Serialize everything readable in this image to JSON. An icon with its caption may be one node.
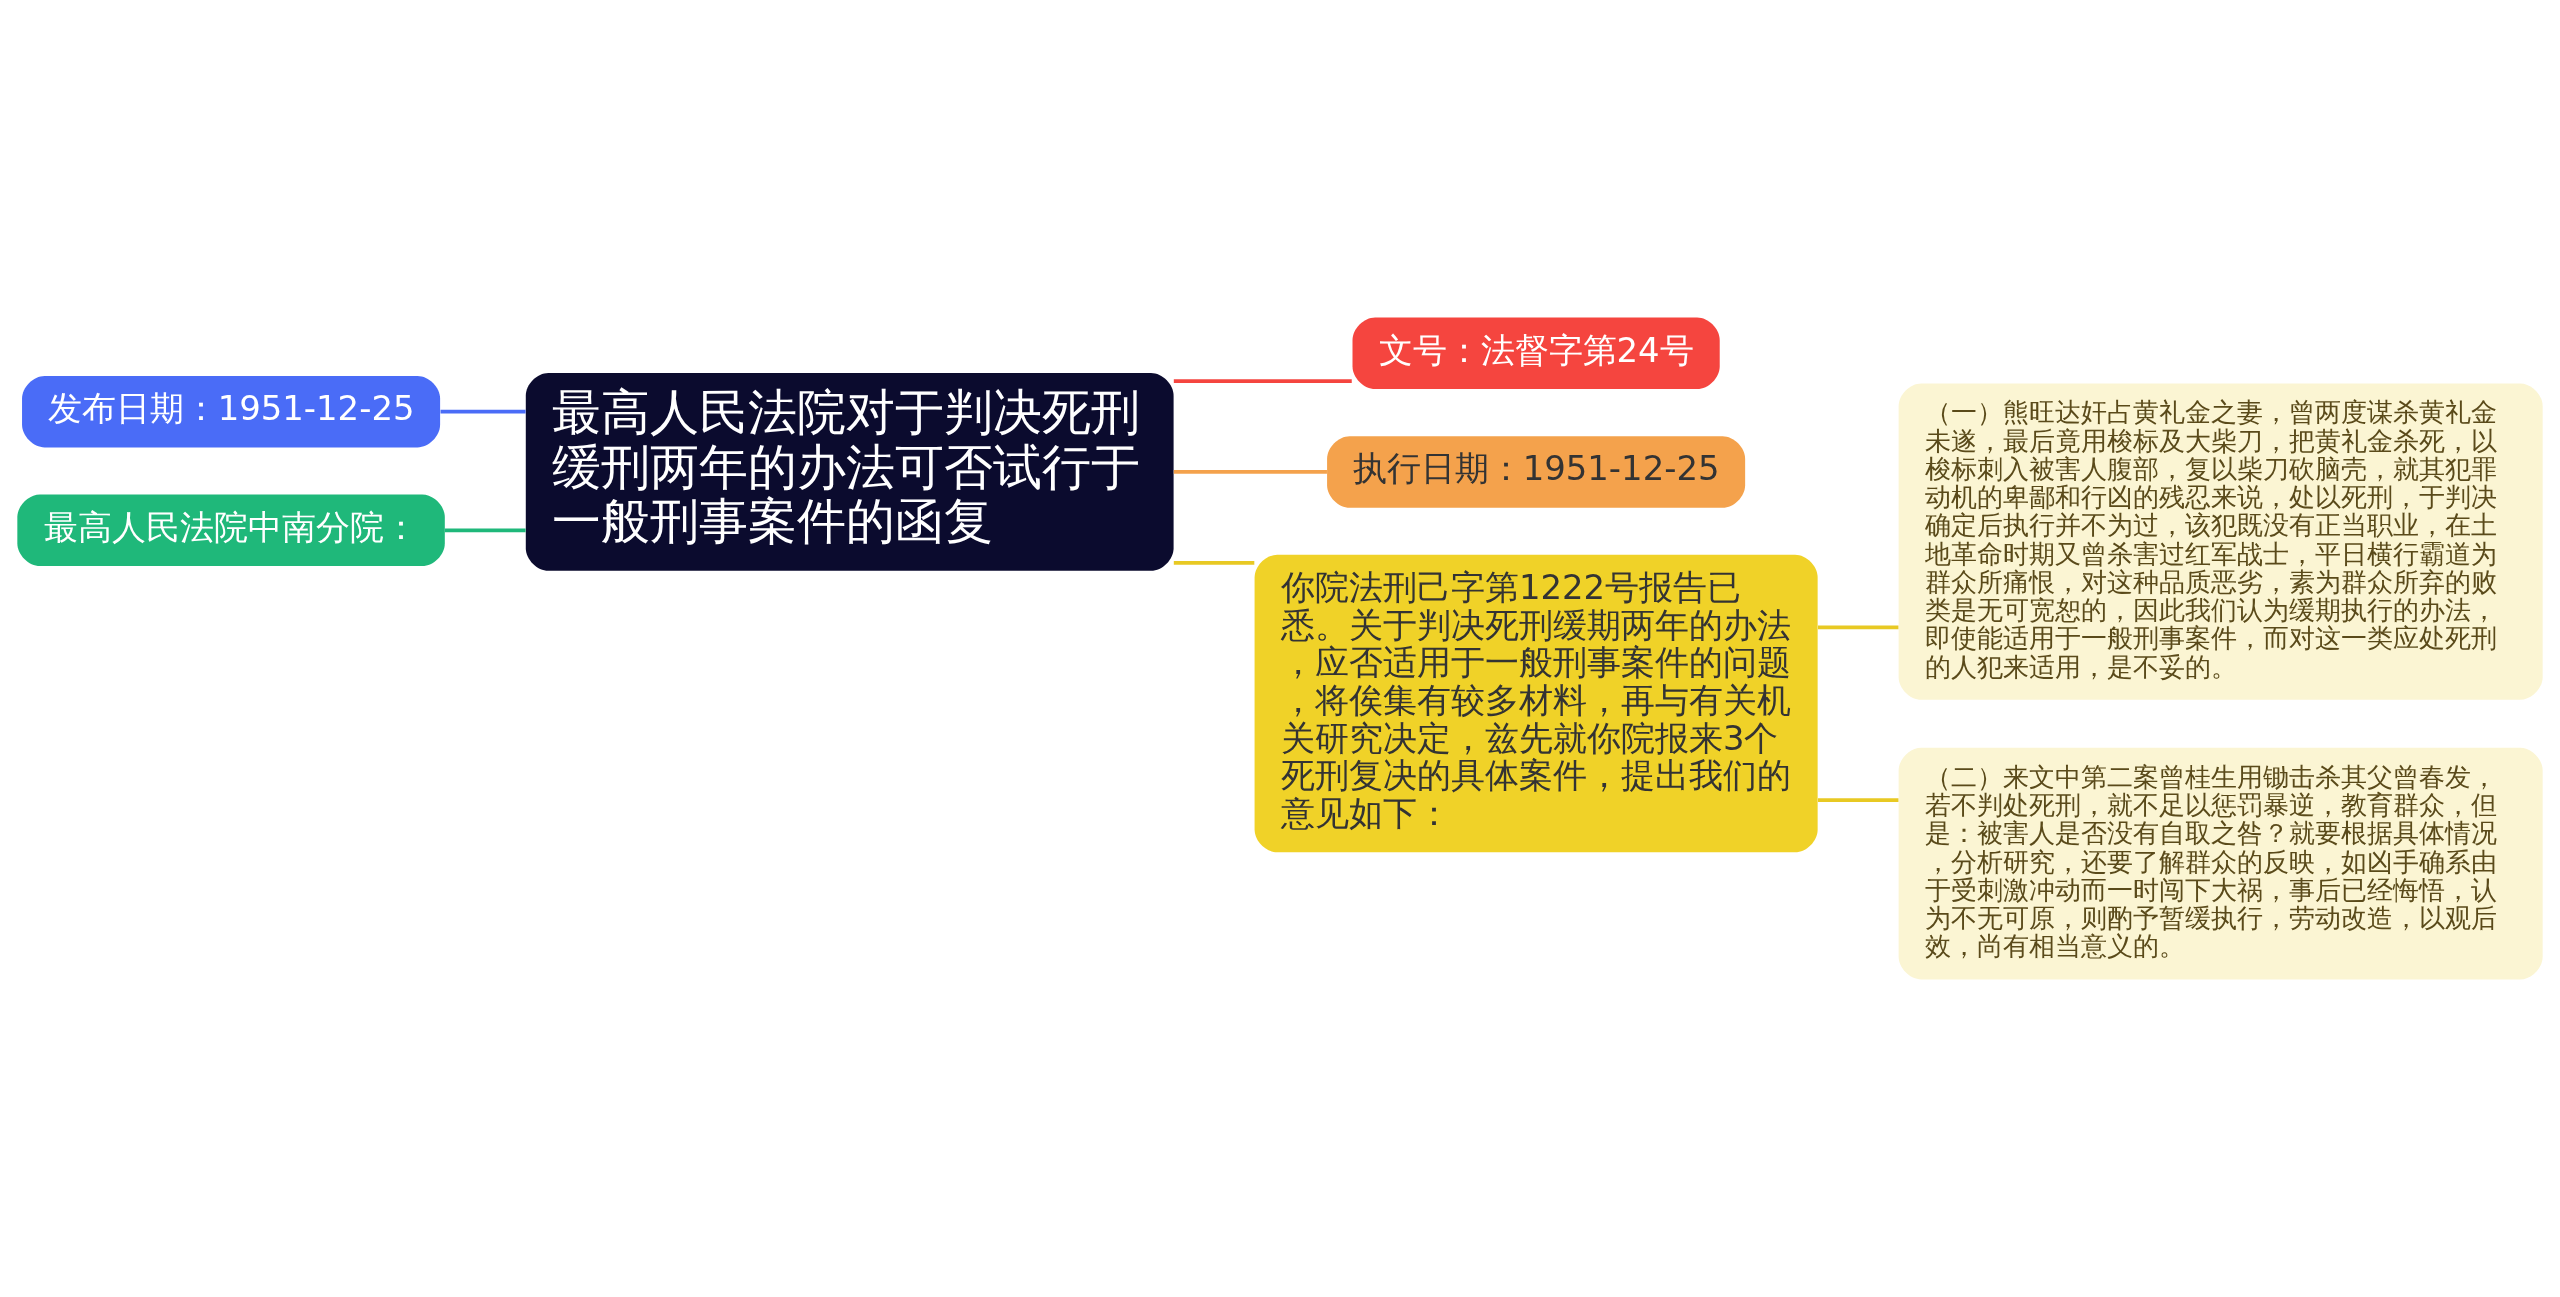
{
  "diagram": {
    "nodes": [
      {
        "text": [
          "最高人民法院对于判决死刑缓刑两年的办法可否试行于一般刑事案件的函复"
        ]
      },
      {
        "text": [
          "发布日期：1951-12-25"
        ]
      },
      {
        "text": [
          "最高人民法院中南分院："
        ]
      },
      {
        "text": [
          "文号：法督字第24号"
        ]
      },
      {
        "text": [
          "执行日期：1951-12-25"
        ]
      },
      {
        "text": [
          "你院法刑己字第1222号报告已悉。关于判决死刑缓期两年的办法，应否适用于一般刑事案件的问题，将俟集有较多材料，再与有关机关研究决定，兹先就你院报来3个死刑复决的具体案件，提出我们的意见如下："
        ]
      },
      {
        "text": [
          "（一）熊旺达奸占黄礼金之妻，曾两度谋杀黄礼金未遂，最后竟用梭标及大柴刀，把黄礼金杀死，以梭标刺入被害人腹部，复以柴刀砍脑壳，就其犯罪动机的卑鄙和行凶的残忍来说，处以死刑，于判决确定后执行并不为过，该犯既没有正当职业，在土地革命时期又曾杀害过红军战士，平日横行霸道为群众所痛恨，对这种品质恶劣，素为群众所弃的败类是无可宽恕的，因此我们认为缓期执行的办法，即使能适用于一般刑事案件，而对这一类应处死刑的人犯来适用，是不妥的。"
        ]
      },
      {
        "text": [
          "（二）来文中第二案曾桂生用锄击杀其父曾春发，若不判处死刑，就不足以惩罚暴逆，教育群众，但是：被害人是否没有自取之咎？就要根据具体情况，分析研究，还要了解群众的反映，如凶手确系由于受刺激冲动而一时闯下大祸，事后已经悔悟，认为不无可原，则酌予暂缓执行，劳动改造，以观后效，尚有相当意义的。"
        ]
      }
    ],
    "edges": [
      {
        "from": 0,
        "to": 1,
        "arrow": "none",
        "color": "#4a6cf7"
      },
      {
        "from": 0,
        "to": 2,
        "arrow": "none",
        "color": "#1fb87a"
      },
      {
        "from": 0,
        "to": 3,
        "arrow": "none",
        "color": "#f5453f"
      },
      {
        "from": 0,
        "to": 4,
        "arrow": "none",
        "color": "#f4a24c"
      },
      {
        "from": 0,
        "to": 5,
        "arrow": "none",
        "color": "#e8c923"
      },
      {
        "from": 5,
        "to": 6,
        "arrow": "none",
        "color": "#e8c923"
      },
      {
        "from": 5,
        "to": 7,
        "arrow": "none",
        "color": "#e8c923"
      }
    ]
  }
}
